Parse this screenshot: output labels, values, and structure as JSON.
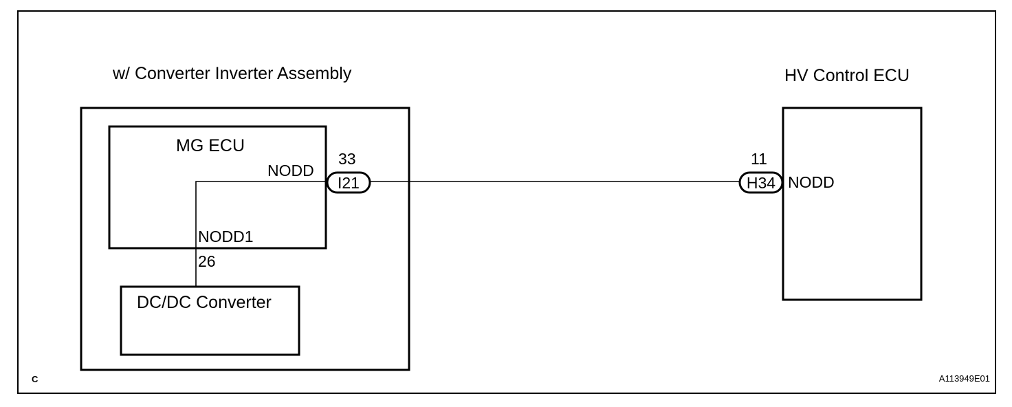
{
  "diagram": {
    "corner_letter": "C",
    "figure_id": "A113949E01",
    "converter_assembly": {
      "title": "w/ Converter Inverter Assembly",
      "mg_ecu": {
        "label": "MG ECU",
        "terminal_nodd": "NODD",
        "terminal_nodd1": "NODD1",
        "nodd1_pin": "26"
      },
      "dcdc": {
        "label": "DC/DC Converter"
      },
      "connector": {
        "id": "I21",
        "pin": "33"
      }
    },
    "hv_control_ecu": {
      "title": "HV Control ECU",
      "terminal": "NODD",
      "connector": {
        "id": "H34",
        "pin": "11"
      }
    }
  }
}
